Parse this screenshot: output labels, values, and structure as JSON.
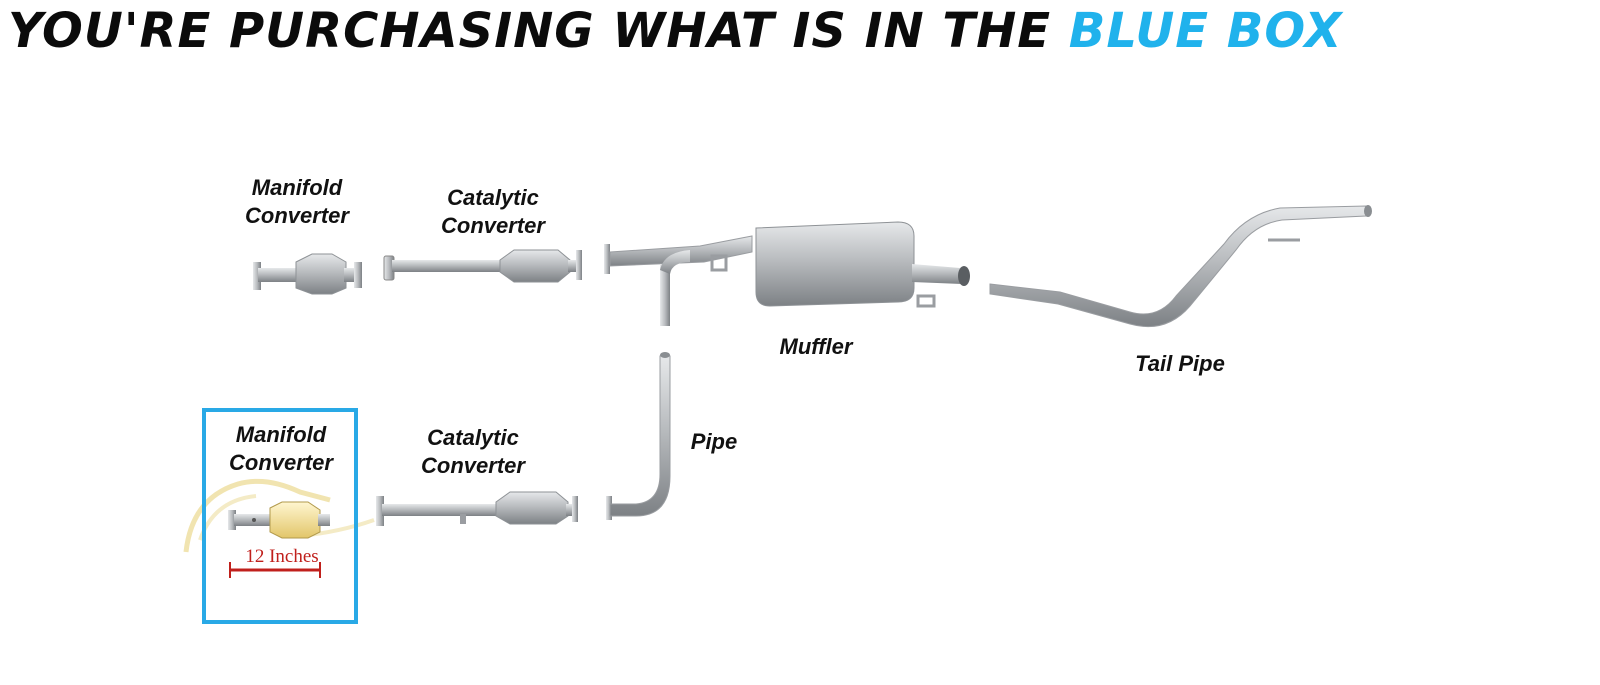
{
  "headline": {
    "text": "YOU'RE PURCHASING WHAT IS IN THE ",
    "accent_text": "BLUE BOX"
  },
  "labels": {
    "manifold_top": [
      "Manifold",
      "Converter"
    ],
    "catalytic_top": [
      "Catalytic",
      "Converter"
    ],
    "muffler": "Muffler",
    "tail_pipe": "Tail Pipe",
    "manifold_bottom": [
      "Manifold",
      "Converter"
    ],
    "catalytic_bottom": [
      "Catalytic",
      "Converter"
    ],
    "pipe": "Pipe"
  },
  "measurement": {
    "text": "12 Inches"
  },
  "colors": {
    "accent_blue": "#20b2ec",
    "box_blue": "#29a9e6",
    "measure_red": "#c0201c",
    "metal": "#b3b6b9"
  }
}
